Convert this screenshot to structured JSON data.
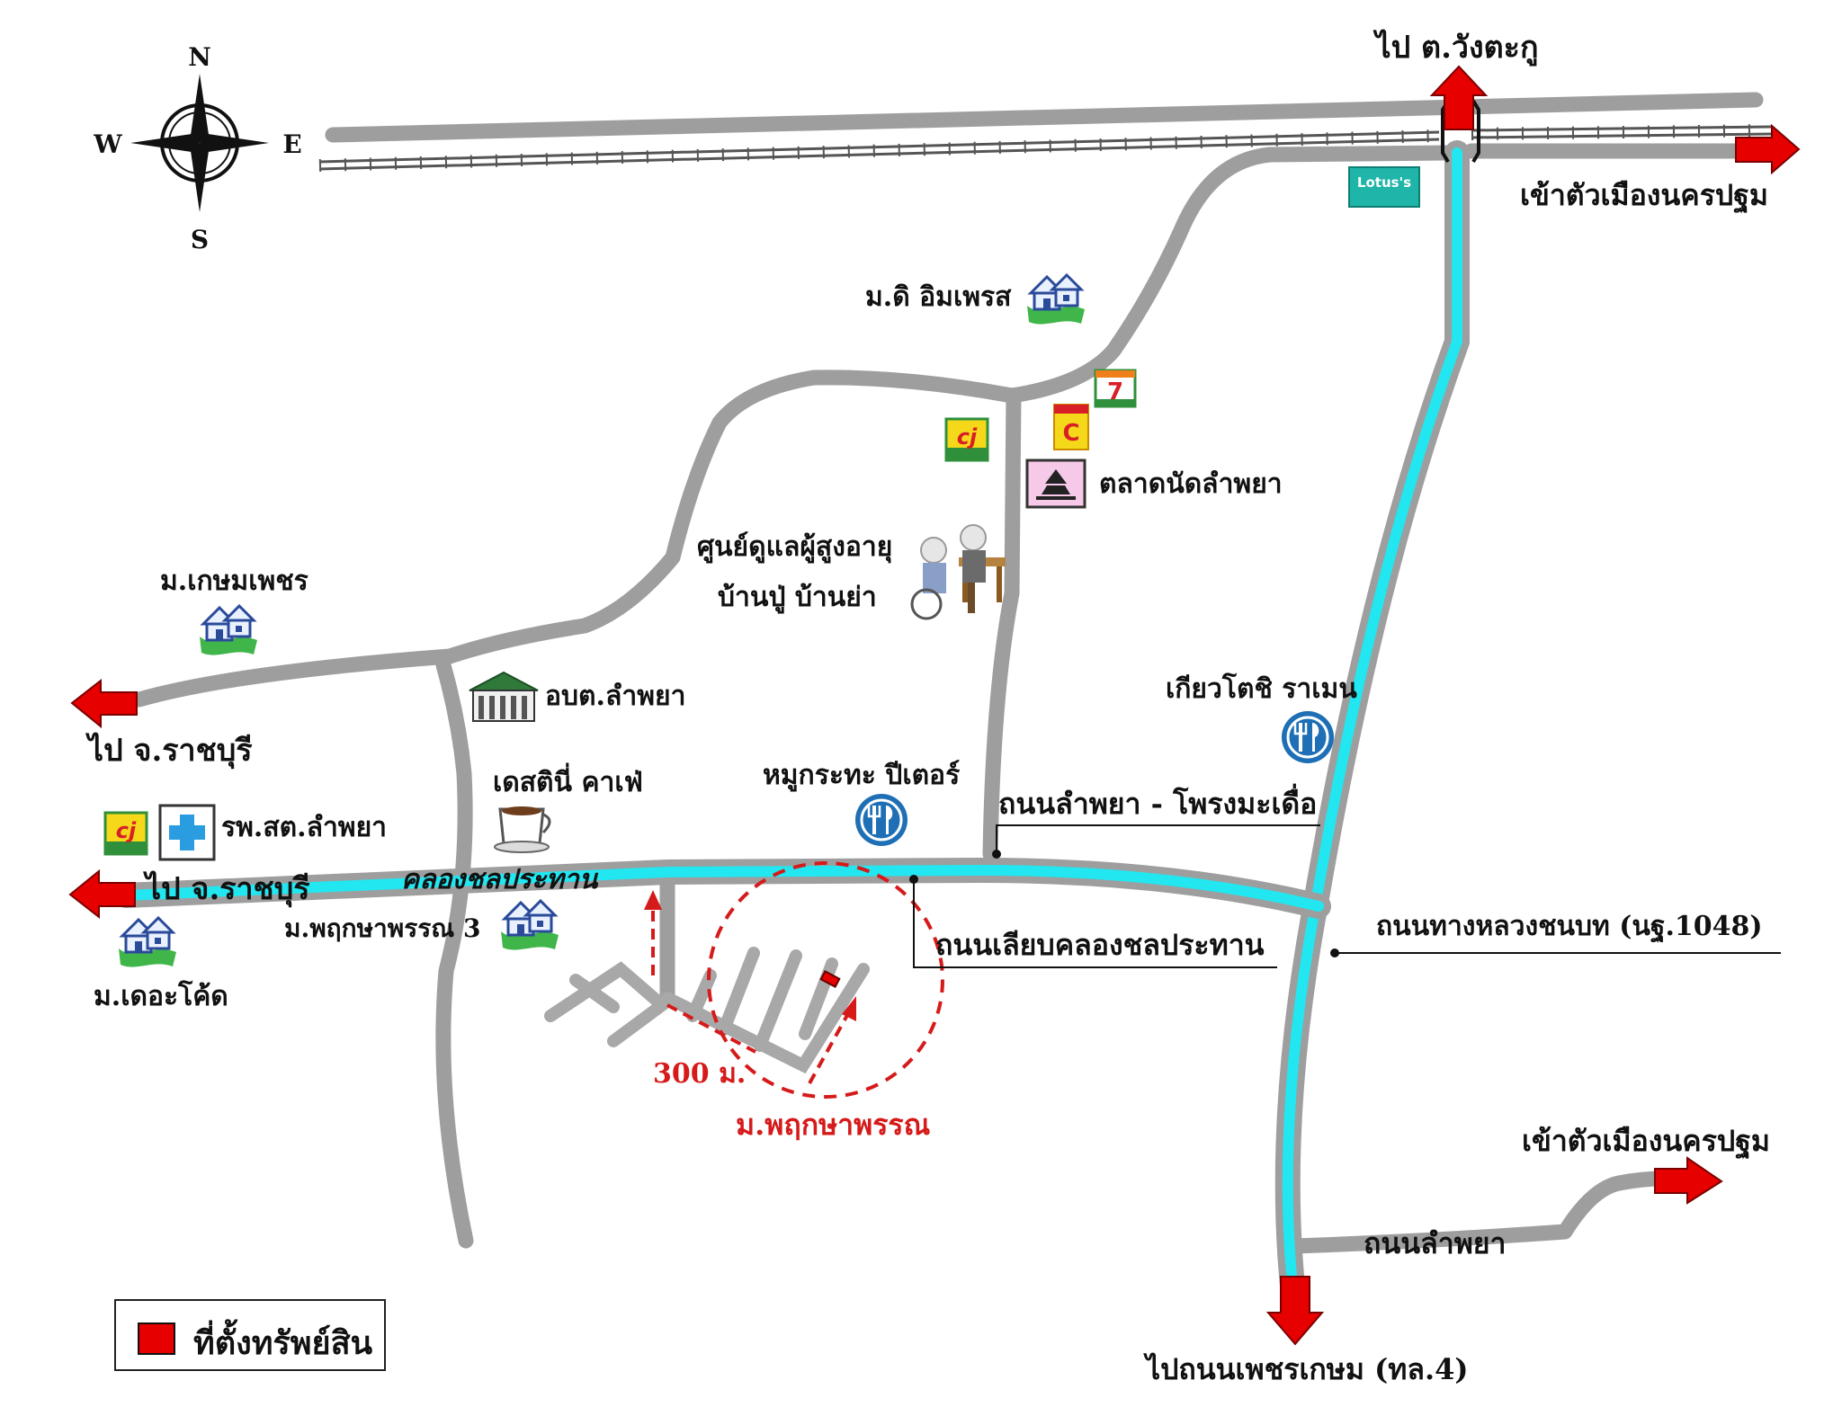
{
  "compass": {
    "n": "N",
    "s": "S",
    "e": "E",
    "w": "W"
  },
  "labels": {
    "to_wang_takhu": "ไป ต.วังตะกู",
    "to_city_top": "เข้าตัวเมืองนครปฐม",
    "moo_the_impress": "ม.ดิ อิมเพรส",
    "talat_lamphaya": "ตลาดนัดลำพยา",
    "elderly_center_1": "ศูนย์ดูแลผู้สูงอายุ",
    "elderly_center_2": "บ้านปู่ บ้านย่า",
    "moo_kasem_phet": "ม.เกษมเพชร",
    "obt_lamphaya": "อบต.ลำพยา",
    "to_ratchaburi_1": "ไป จ.ราชบุรี",
    "dessini_cafe": "เดสตินี่ คาเฟ่",
    "mookrata_peter": "หมูกระทะ ปีเตอร์",
    "gyoza_ramen": "เกียวโตชิ ราเมน",
    "road_lamphaya_phong": "ถนนลำพยา - โพรงมะเดื่อ",
    "rph_lamphaya": "รพ.สต.ลำพยา",
    "to_ratchaburi_2": "ไป จ.ราชบุรี",
    "canal": "คลองชลประทาน",
    "moo_pruksa_3": "ม.พฤกษาพรรณ 3",
    "road_canal": "ถนนเลียบคลองชลประทาน",
    "highway_rural": "ถนนทางหลวงชนบท (นฐ.1048)",
    "moo_the_code": "ม.เดอะโค้ด",
    "distance": "300 ม.",
    "moo_pruksa": "ม.พฤกษาพรรณ",
    "to_city_bottom": "เข้าตัวเมืองนครปฐม",
    "road_lamphaya": "ถนนลำพยา",
    "to_phetkasem": "ไปถนนเพชรเกษม (ทล.4)",
    "lotus": "Lotus's"
  },
  "legend": {
    "label": "ที่ตั้งทรัพย์สิน"
  },
  "colors": {
    "road": "#9e9e9e",
    "canal": "#22e6f0",
    "arrow": "#e60000",
    "marker": "#d61a1a",
    "village_icon": "#2e7d32",
    "restaurant_icon": "#1e6fb5"
  },
  "icons": [
    "compass-icon",
    "village-icon",
    "seven-eleven-icon",
    "cj-store-icon",
    "jiffy-icon",
    "market-icon",
    "elderly-icon",
    "government-building-icon",
    "coffee-icon",
    "restaurant-icon",
    "hospital-icon",
    "lotus-store-icon"
  ]
}
